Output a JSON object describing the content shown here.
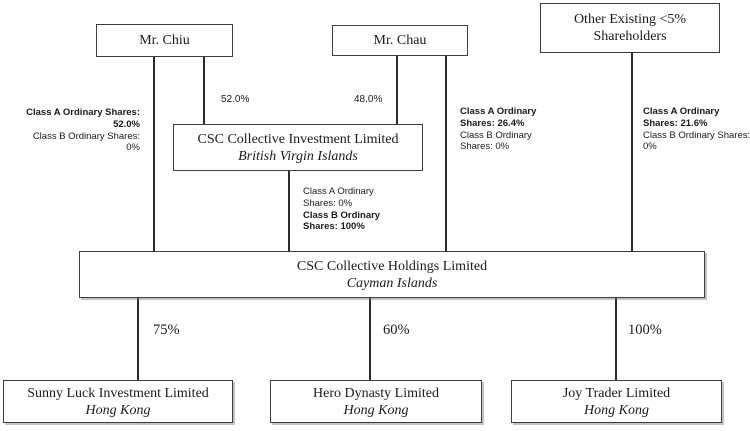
{
  "nodes": {
    "mr_chiu": {
      "line1": "Mr. Chiu"
    },
    "mr_chau": {
      "line1": "Mr. Chau"
    },
    "other_shareholders": {
      "line1": "Other Existing <5%",
      "line2": "Shareholders"
    },
    "csc_investment": {
      "line1": "CSC Collective Investment Limited",
      "line2": "British Virgin Islands"
    },
    "csc_holdings": {
      "line1": "CSC Collective Holdings Limited",
      "line2": "Cayman Islands"
    },
    "sunny_luck": {
      "line1": "Sunny Luck Investment Limited",
      "line2": "Hong Kong"
    },
    "hero_dynasty": {
      "line1": "Hero Dynasty Limited",
      "line2": "Hong Kong"
    },
    "joy_trader": {
      "line1": "Joy Trader Limited",
      "line2": "Hong Kong"
    }
  },
  "edge_labels": {
    "chiu_to_investment": "52.0%",
    "chau_to_investment": "48.0%",
    "holdings_to_sunny": "75%",
    "holdings_to_hero": "60%",
    "holdings_to_joy": "100%"
  },
  "share_labels": {
    "chiu_in_holdings": [
      "Class A Ordinary Shares:",
      "52.0%",
      "Class B Ordinary Shares:",
      "0%"
    ],
    "investment_in_holdings": [
      "Class A Ordinary",
      "Shares: 0%",
      "Class B Ordinary",
      "Shares: 100%"
    ],
    "chau_in_holdings": [
      "Class A Ordinary",
      "Shares: 26.4%",
      "Class B Ordinary",
      "Shares: 0%"
    ],
    "other_in_holdings": [
      "Class A Ordinary",
      "Shares: 21.6%",
      "Class B Ordinary Shares:",
      "0%"
    ]
  },
  "colors": {
    "background": "#ffffff",
    "line": "#2b2b2b",
    "border": "#3d3d3d",
    "text": "#1a1a1a"
  }
}
